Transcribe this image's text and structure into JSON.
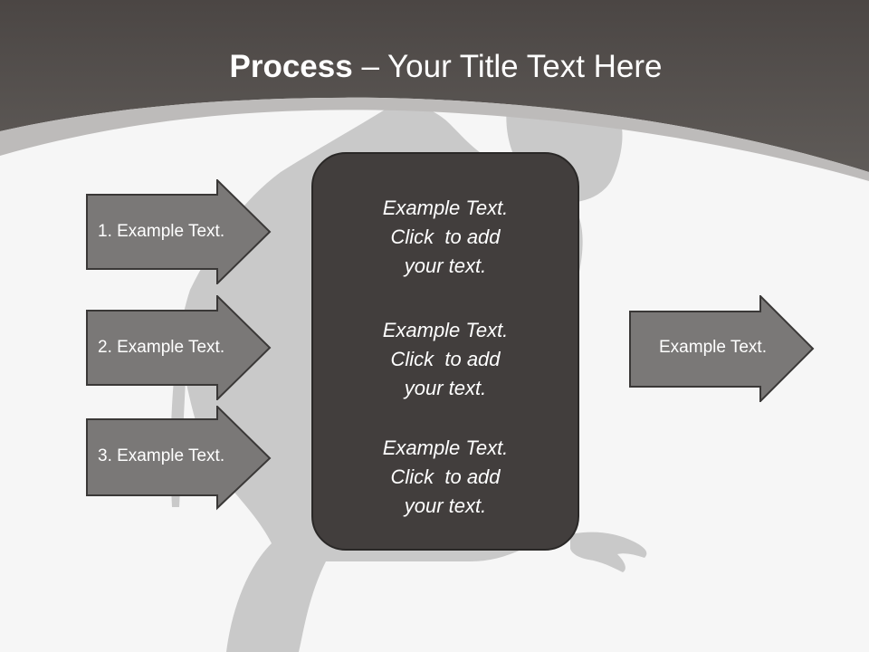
{
  "slide": {
    "title_bold": "Process",
    "title_rest": " – Your Title Text Here"
  },
  "left_arrows": [
    {
      "label": "1. Example Text."
    },
    {
      "label": "2. Example Text."
    },
    {
      "label": "3. Example Text."
    }
  ],
  "center_box": {
    "blocks": [
      {
        "text": "Example Text.\nClick  to add\nyour text."
      },
      {
        "text": "Example Text.\nClick  to add\nyour text."
      },
      {
        "text": "Example Text.\nClick  to add\nyour text."
      }
    ]
  },
  "right_arrow": {
    "label": "Example Text."
  },
  "colors": {
    "header": "#5a5653",
    "arrow_fill": "#7a7877",
    "box_fill": "#423e3d",
    "background": "#f6f6f6"
  }
}
